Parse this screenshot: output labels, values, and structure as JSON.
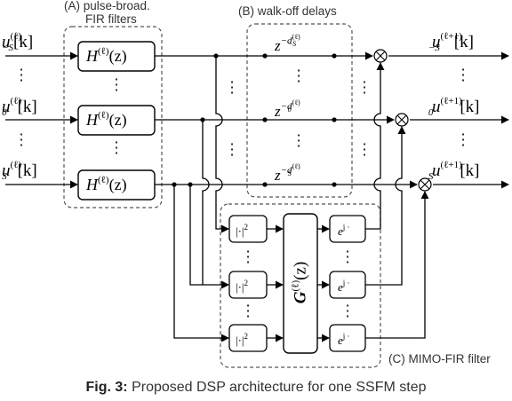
{
  "labels": {
    "a_title_1": "(A) pulse-broad.",
    "a_title_2": "FIR filters",
    "b_title": "(B) walk-off delays",
    "c_title": "(C) MIMO-FIR filter"
  },
  "inputs": {
    "top": {
      "base": "u",
      "sup": "(ℓ)",
      "sub": "−S",
      "arg": "[k]"
    },
    "mid": {
      "base": "u",
      "sup": "(ℓ)",
      "sub": "0",
      "arg": "[k]"
    },
    "bot": {
      "base": "u",
      "sup": "(ℓ)",
      "sub": "S",
      "arg": "[k]"
    }
  },
  "outputs": {
    "top": {
      "base": "u",
      "sup": "(ℓ+1)",
      "sub": "−S",
      "arg": "[k]"
    },
    "mid": {
      "base": "u",
      "sup": "(ℓ+1)",
      "sub": "0",
      "arg": "[k]"
    },
    "bot": {
      "base": "u",
      "sup": "(ℓ+1)",
      "sub": "S",
      "arg": "[k]"
    }
  },
  "fir_boxes": {
    "base": "H",
    "sup": "(ℓ)",
    "arg": "(z)"
  },
  "delays": {
    "top": {
      "base": "z",
      "exp": "−d",
      "exp_sup": "(ℓ)",
      "exp_sub": "−S"
    },
    "mid": {
      "base": "z",
      "exp": "−d",
      "exp_sup": "(ℓ)",
      "exp_sub": "0"
    },
    "bot": {
      "base": "z",
      "exp": "−d",
      "exp_sup": "(ℓ)",
      "exp_sub": "S"
    }
  },
  "abs_sq": {
    "text": "|·|",
    "sup": "2"
  },
  "exp_j": {
    "base": "e",
    "sup": "j ·"
  },
  "mimo": {
    "base": "G",
    "sup": "(ℓ)",
    "arg": "(z)"
  },
  "multiplier_symbol": "⊗",
  "caption": {
    "bold": "Fig. 3:",
    "text": "Proposed DSP architecture for one SSFM step"
  }
}
